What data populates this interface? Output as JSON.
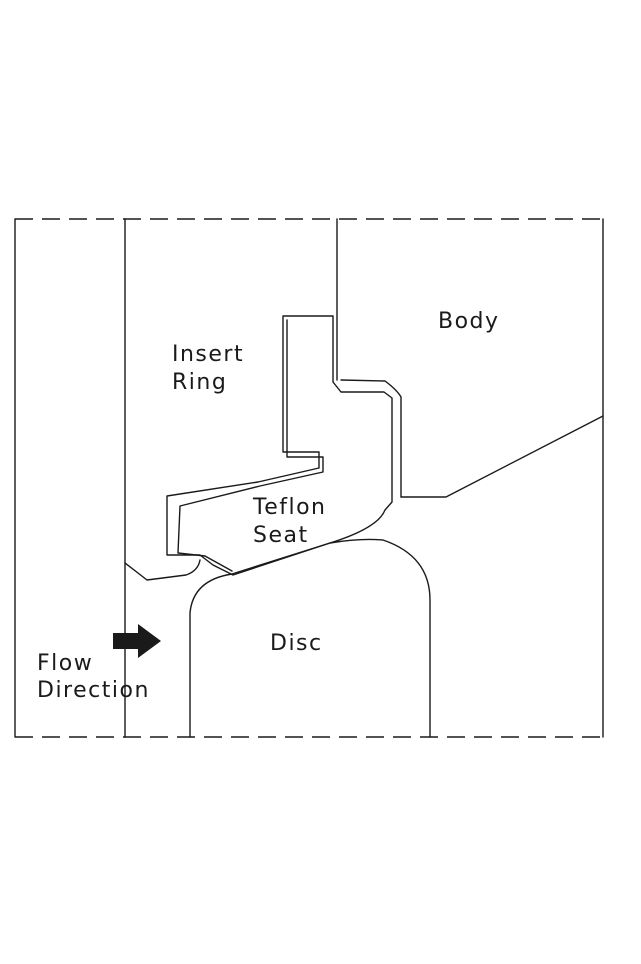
{
  "labels": {
    "body": "Body",
    "insert_ring_line1": "Insert",
    "insert_ring_line2": "Ring",
    "teflon_seat_line1": "Teflon",
    "teflon_seat_line2": "Seat",
    "disc": "Disc",
    "flow_line1": "Flow",
    "flow_line2": "Direction"
  },
  "colors": {
    "line": "#1a1a1a",
    "background": "#ffffff"
  },
  "icons": {
    "flow_arrow": "right-arrow-icon"
  }
}
